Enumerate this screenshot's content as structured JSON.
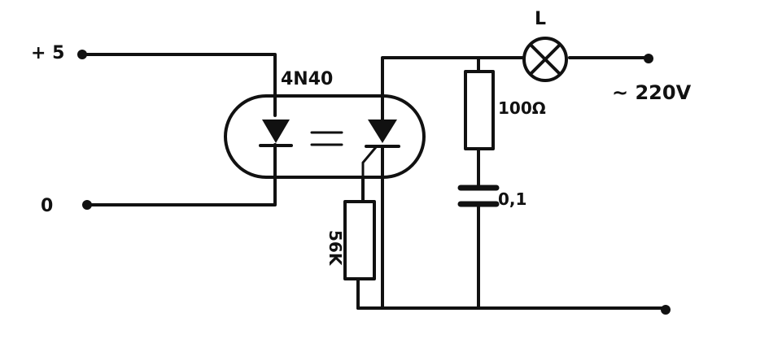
{
  "labels": {
    "plus5": "+ 5",
    "zero": "0",
    "optocoupler": "4N40",
    "lamp": "L",
    "mains": "~ 220V",
    "resistor_series": "100Ω",
    "capacitor": "0,1",
    "resistor_gate": "56K"
  },
  "colors": {
    "ink": "#111111",
    "paper": "#ffffff"
  },
  "icons": [
    "led-diode-icon",
    "light-arrows-icon",
    "scr-icon",
    "lamp-icon",
    "resistor-icon",
    "capacitor-icon",
    "terminal-icon"
  ]
}
